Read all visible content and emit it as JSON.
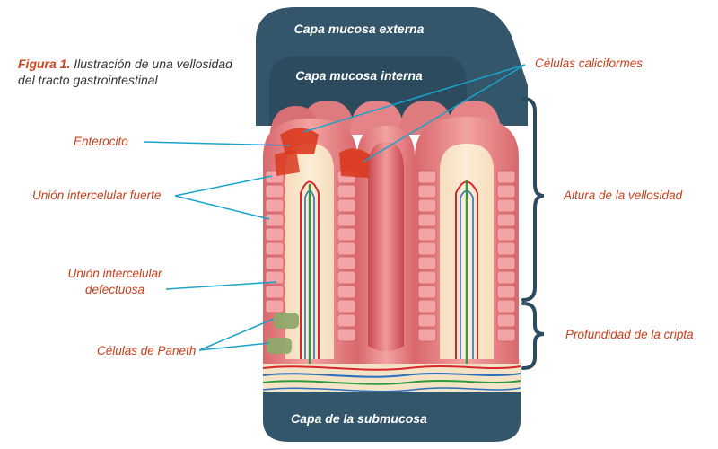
{
  "figure": {
    "number": "Figura 1.",
    "title": "Ilustración de una vellosidad del tracto gastrointestinal"
  },
  "layers": {
    "outer": "Capa mucosa externa",
    "inner": "Capa mucosa interna",
    "submucosa": "Capa de la submucosa"
  },
  "labels": {
    "enterocito": "Enterocito",
    "union_fuerte": "Unión intercelular fuerte",
    "union_defectuosa": "Unión intercelular defectuosa",
    "paneth": "Células de Paneth",
    "caliciformes": "Células caliciformes",
    "altura": "Altura de la vellosidad",
    "profundidad": "Profundidad de la cripta"
  },
  "colors": {
    "label_text": "#c8401c",
    "leader_line": "#1aa3c9",
    "mucosa_dark": "#34566a",
    "villus_pink": "#e9868a",
    "goblet_red": "#d93a1e",
    "paneth_green": "#8fa86a",
    "artery": "#d9262b",
    "vein": "#2b6fc0",
    "lymph": "#2e9a3e"
  }
}
